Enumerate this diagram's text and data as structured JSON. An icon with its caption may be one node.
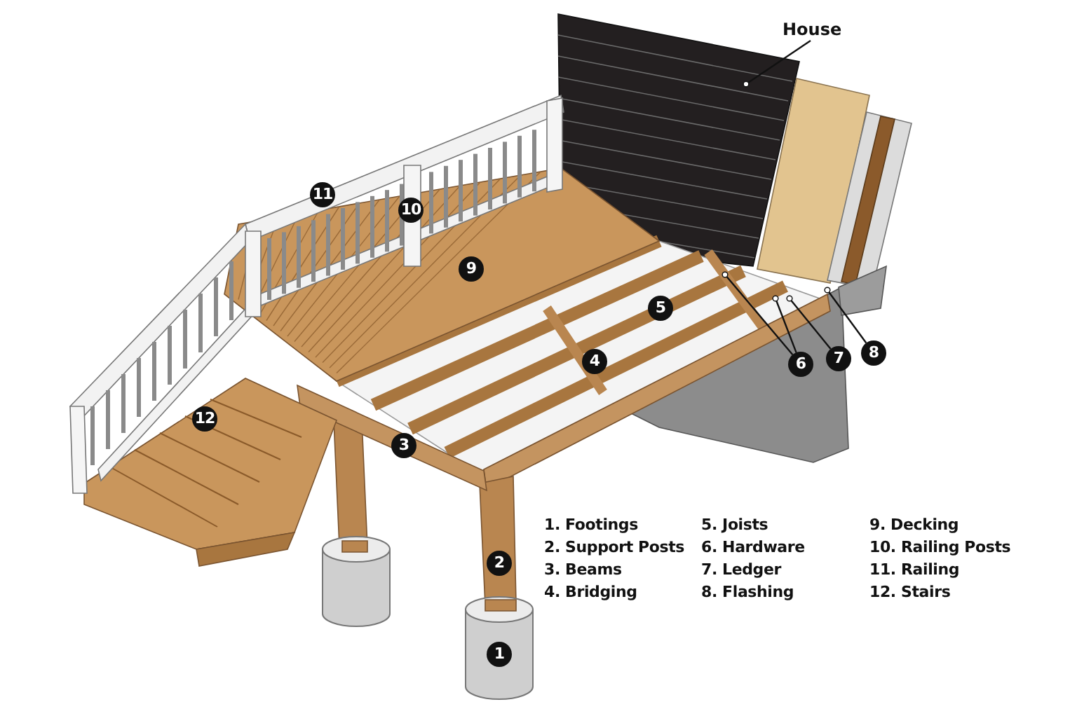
{
  "diagram": {
    "nodes": [
      {
        "text": [
          "House"
        ]
      },
      {
        "text": [
          "11"
        ]
      },
      {
        "text": [
          "10"
        ]
      },
      {
        "text": [
          "9"
        ]
      },
      {
        "text": [
          "5"
        ]
      },
      {
        "text": [
          "6"
        ]
      },
      {
        "text": [
          "7"
        ]
      },
      {
        "text": [
          "8"
        ]
      },
      {
        "text": [
          "4"
        ]
      },
      {
        "text": [
          "12"
        ]
      },
      {
        "text": [
          "3"
        ]
      },
      {
        "text": [
          "2"
        ]
      },
      {
        "text": [
          "1"
        ]
      }
    ],
    "edges": [
      {
        "from": 0,
        "to": null,
        "arrow": "other"
      },
      {
        "from": 5,
        "to": null,
        "arrow": "other"
      },
      {
        "from": 5,
        "to": null,
        "arrow": "other"
      },
      {
        "from": 6,
        "to": null,
        "arrow": "other"
      },
      {
        "from": 7,
        "to": null,
        "arrow": "other"
      }
    ],
    "labels": [
      "1. Footings",
      "5. Joists",
      "9. Decking",
      "2. Support Posts",
      "6. Hardware",
      "10. Railing Posts",
      "3. Beams",
      "7. Ledger",
      "11. Railing",
      "4. Bridging",
      "8. Flashing",
      "12. Stairs"
    ]
  }
}
